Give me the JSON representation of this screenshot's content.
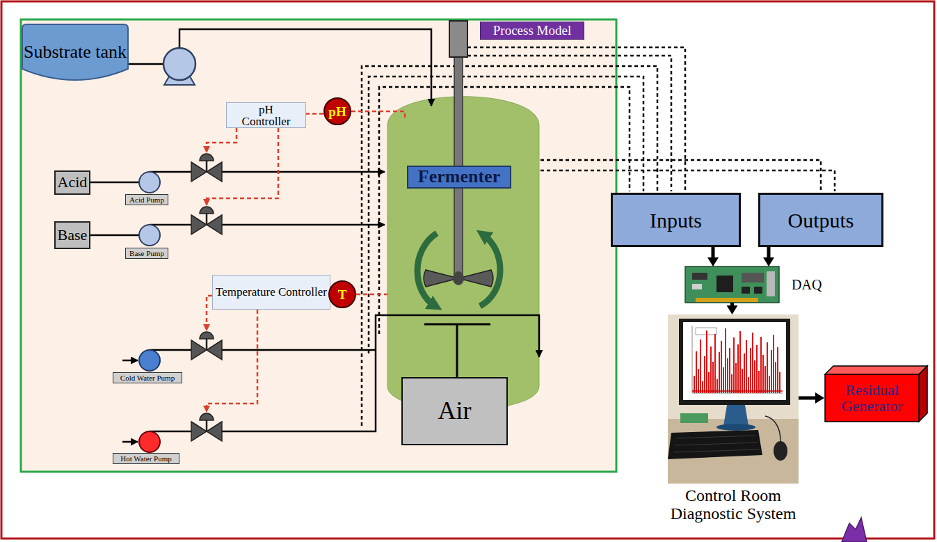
{
  "diagram": {
    "nodes": [
      {
        "text": [
          "Substrate tank"
        ]
      },
      {
        "text": [
          "Process Model"
        ]
      },
      {
        "text": [
          "pH Controller"
        ]
      },
      {
        "text": [
          "pH"
        ]
      },
      {
        "text": [
          "Fermenter"
        ]
      },
      {
        "text": [
          "Acid"
        ]
      },
      {
        "text": [
          "Acid Pump"
        ]
      },
      {
        "text": [
          "Inputs"
        ]
      },
      {
        "text": [
          "Outputs"
        ]
      },
      {
        "text": [
          "Base"
        ]
      },
      {
        "text": [
          "Base Pump"
        ]
      },
      {
        "text": [
          "DAQ"
        ]
      },
      {
        "text": [
          "Temperature Controller"
        ]
      },
      {
        "text": [
          "T"
        ]
      },
      {
        "text": [
          "Control Room Diagnostic System"
        ]
      },
      {
        "text": [
          "Cold Water Pump"
        ]
      },
      {
        "text": [
          "Residual Generator"
        ]
      },
      {
        "text": [
          "Air"
        ]
      },
      {
        "text": [
          "Hot Water Pump"
        ]
      }
    ],
    "edges": [
      {
        "from": 3,
        "to": 2,
        "arrow": "none"
      },
      {
        "from": 13,
        "to": 12,
        "arrow": "none"
      },
      {
        "from": 7,
        "to": 11,
        "arrow": "to"
      },
      {
        "from": 8,
        "to": 11,
        "arrow": "to"
      },
      {
        "from": 11,
        "to": 14,
        "arrow": "to"
      },
      {
        "from": 14,
        "to": 16,
        "arrow": "to"
      }
    ]
  }
}
